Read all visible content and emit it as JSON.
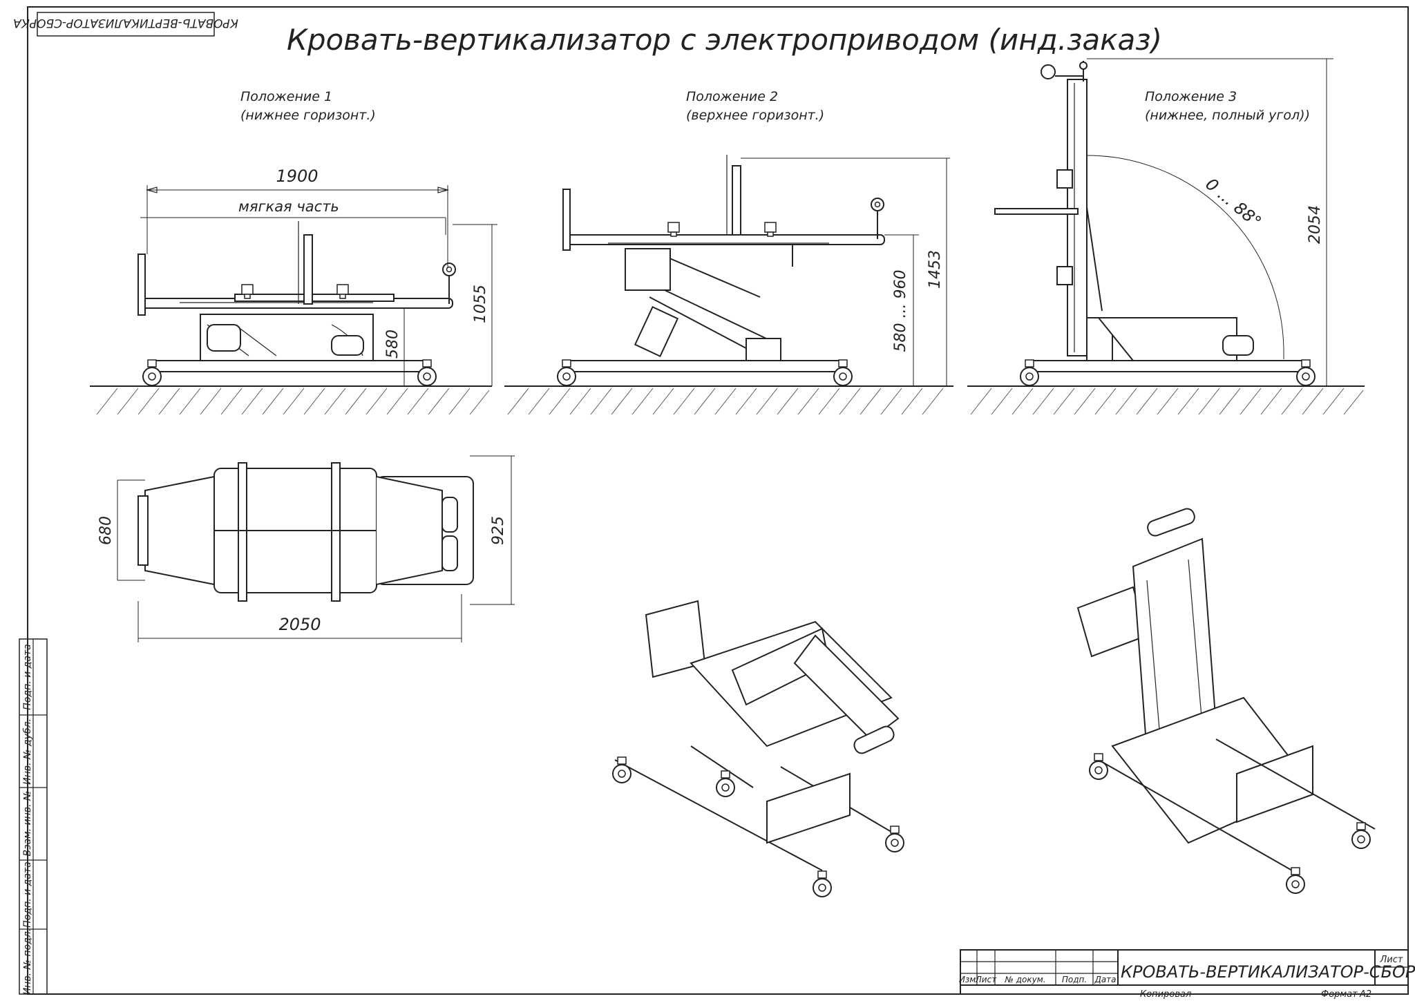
{
  "title": "Кровать-вертикализатор с электроприводом (инд.заказ)",
  "stamp_top": "КРОВАТЬ-ВЕРТИКАЛИЗАТОР-СБОРКА",
  "positions": [
    {
      "name": "Положение 1",
      "desc": "(нижнее горизонт.)"
    },
    {
      "name": "Положение 2",
      "desc": "(верхнее горизонт.)"
    },
    {
      "name": "Положение 3",
      "desc": "(нижнее, полный угол))"
    }
  ],
  "dimensions": {
    "length_1900": "1900",
    "soft_part": "мягкая часть",
    "h_1055": "1055",
    "h_580": "580",
    "h_580_960": "580 ... 960",
    "h_1453": "1453",
    "h_2054": "2054",
    "angle": "0 ... 88°",
    "w_680": "680",
    "w_925": "925",
    "l_2050": "2050"
  },
  "side_stamp": [
    "Инв. № подл.",
    "Подп. и дата",
    "Взам. инв. №",
    "Инв. № дубл.",
    "Подп. и дата"
  ],
  "title_block": {
    "name": "КРОВАТЬ-ВЕРТИКАЛИЗАТОР-СБОРКА",
    "sheet": "Лист",
    "cols": [
      "Изм.",
      "Лист",
      "№ докум.",
      "Подп.",
      "Дата"
    ],
    "copied": "Копировал",
    "format_label": "Формат",
    "format": "А2"
  }
}
